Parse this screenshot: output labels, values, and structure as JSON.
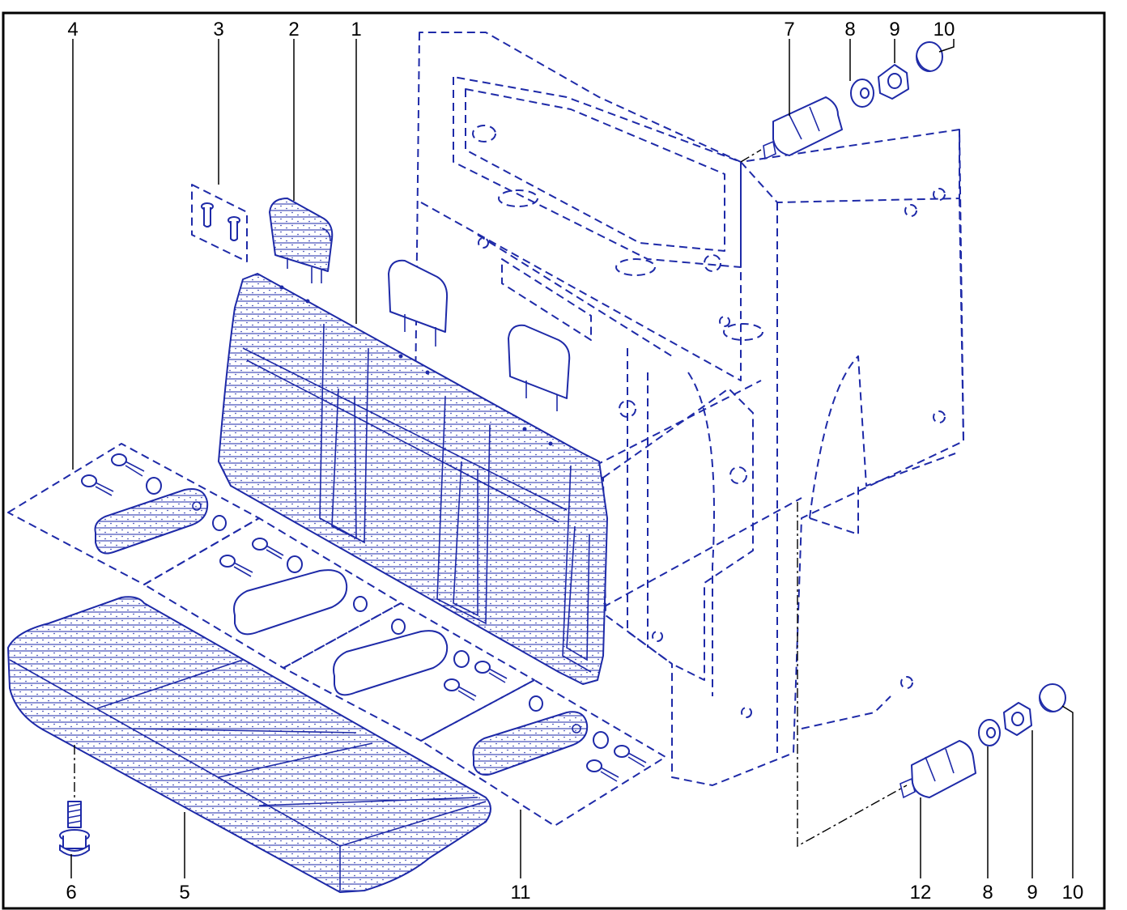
{
  "diagram": {
    "callouts": [
      {
        "id": "c4",
        "text": "4"
      },
      {
        "id": "c3",
        "text": "3"
      },
      {
        "id": "c2",
        "text": "2"
      },
      {
        "id": "c1",
        "text": "1"
      },
      {
        "id": "c7",
        "text": "7"
      },
      {
        "id": "c8a",
        "text": "8"
      },
      {
        "id": "c9a",
        "text": "9"
      },
      {
        "id": "c10a",
        "text": "10"
      },
      {
        "id": "c6",
        "text": "6"
      },
      {
        "id": "c5",
        "text": "5"
      },
      {
        "id": "c11",
        "text": "11"
      },
      {
        "id": "c12",
        "text": "12"
      },
      {
        "id": "c8b",
        "text": "8"
      },
      {
        "id": "c9b",
        "text": "9"
      },
      {
        "id": "c10b",
        "text": "10"
      }
    ],
    "colors": {
      "line": "#1e2aa8",
      "frame": "#000000",
      "background": "#ffffff"
    }
  }
}
